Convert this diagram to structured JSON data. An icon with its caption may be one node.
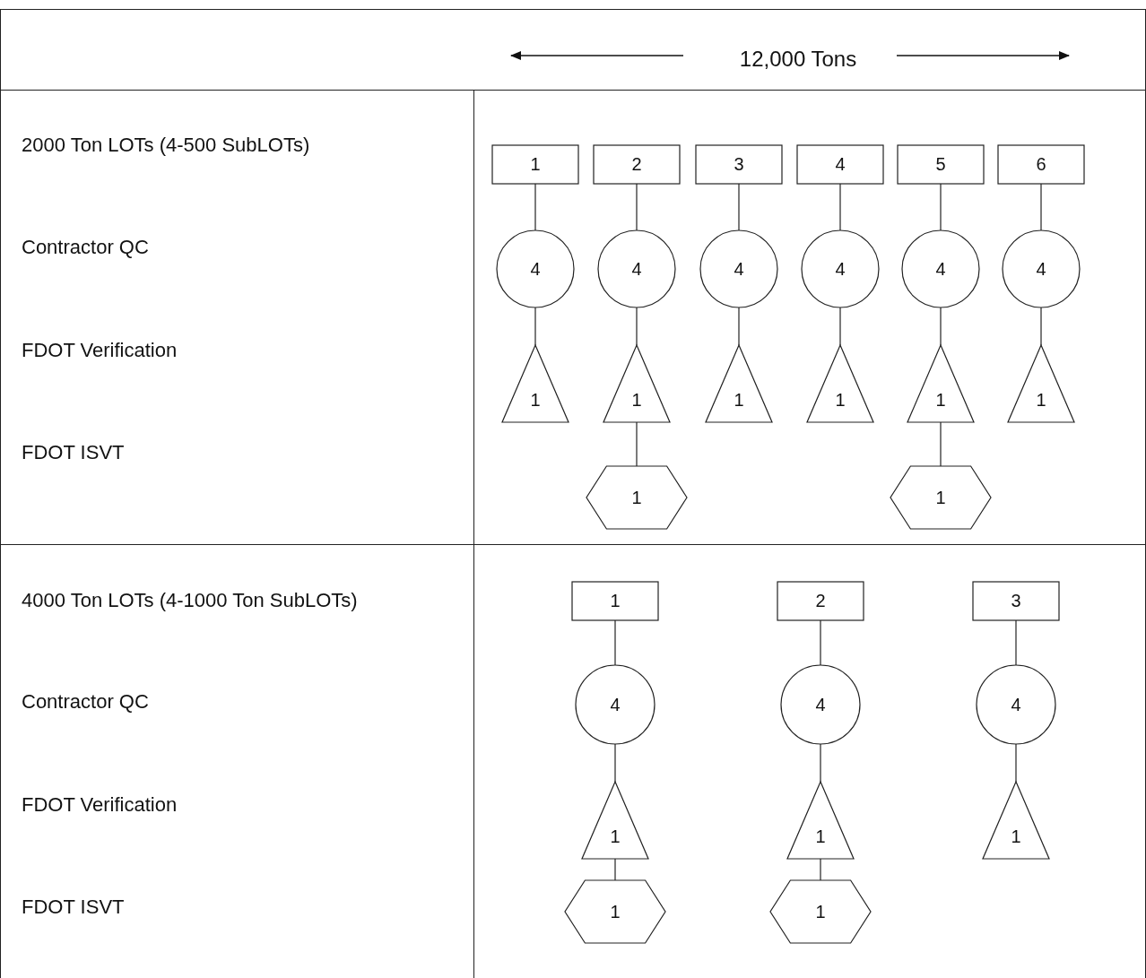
{
  "diagram": {
    "nodes": [
      {
        "text": [
          "1"
        ]
      },
      {
        "text": [
          "2"
        ]
      },
      {
        "text": [
          "3"
        ]
      },
      {
        "text": [
          "4"
        ]
      },
      {
        "text": [
          "5"
        ]
      },
      {
        "text": [
          "6"
        ]
      },
      {
        "text": [
          "4"
        ]
      },
      {
        "text": [
          "4"
        ]
      },
      {
        "text": [
          "4"
        ]
      },
      {
        "text": [
          "4"
        ]
      },
      {
        "text": [
          "4"
        ]
      },
      {
        "text": [
          "4"
        ]
      },
      {
        "text": [
          "1"
        ]
      },
      {
        "text": [
          "1"
        ]
      },
      {
        "text": [
          "1"
        ]
      },
      {
        "text": [
          "1"
        ]
      },
      {
        "text": [
          "1"
        ]
      },
      {
        "text": [
          "1"
        ]
      },
      {
        "text": [
          "1"
        ]
      },
      {
        "text": [
          "1"
        ]
      },
      {
        "text": [
          "1"
        ]
      },
      {
        "text": [
          "2"
        ]
      },
      {
        "text": [
          "3"
        ]
      },
      {
        "text": [
          "4"
        ]
      },
      {
        "text": [
          "4"
        ]
      },
      {
        "text": [
          "4"
        ]
      },
      {
        "text": [
          "1"
        ]
      },
      {
        "text": [
          "1"
        ]
      },
      {
        "text": [
          "1"
        ]
      },
      {
        "text": [
          "1"
        ]
      },
      {
        "text": [
          "1"
        ]
      }
    ],
    "edges": [
      {
        "from": 0,
        "to": 6,
        "arrow": "none"
      },
      {
        "from": 1,
        "to": 7,
        "arrow": "none"
      },
      {
        "from": 2,
        "to": 8,
        "arrow": "none"
      },
      {
        "from": 3,
        "to": 9,
        "arrow": "none"
      },
      {
        "from": 4,
        "to": 10,
        "arrow": "none"
      },
      {
        "from": 5,
        "to": 11,
        "arrow": "none"
      },
      {
        "from": 6,
        "to": 12,
        "arrow": "none"
      },
      {
        "from": 7,
        "to": 13,
        "arrow": "none"
      },
      {
        "from": 8,
        "to": 14,
        "arrow": "none"
      },
      {
        "from": 9,
        "to": 15,
        "arrow": "none"
      },
      {
        "from": 10,
        "to": 16,
        "arrow": "none"
      },
      {
        "from": 11,
        "to": 17,
        "arrow": "none"
      },
      {
        "from": 13,
        "to": 18,
        "arrow": "none"
      },
      {
        "from": 16,
        "to": 19,
        "arrow": "none"
      },
      {
        "from": 20,
        "to": 23,
        "arrow": "none"
      },
      {
        "from": 21,
        "to": 24,
        "arrow": "none"
      },
      {
        "from": 22,
        "to": 25,
        "arrow": "none"
      },
      {
        "from": 23,
        "to": 26,
        "arrow": "none"
      },
      {
        "from": 24,
        "to": 27,
        "arrow": "none"
      },
      {
        "from": 25,
        "to": 28,
        "arrow": "none"
      },
      {
        "from": 26,
        "to": 29,
        "arrow": "none"
      },
      {
        "from": 27,
        "to": 30,
        "arrow": "none"
      }
    ],
    "labels": [
      "12,000 Tons",
      "2000 Ton LOTs (4-500 SubLOTs)",
      "Contractor QC",
      "FDOT Verification",
      "FDOT ISVT",
      "4000 Ton LOTs (4-1000 Ton SubLOTs)",
      "Contractor QC",
      "FDOT Verification",
      "FDOT ISVT"
    ]
  }
}
